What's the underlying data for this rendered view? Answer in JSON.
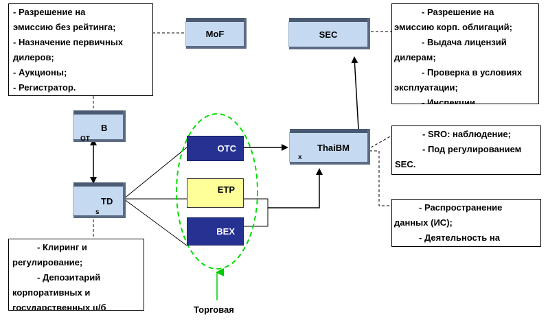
{
  "nodes": {
    "mof": "MoF",
    "sec": "SEC",
    "bot_top": "В",
    "bot_sub": "ОТ",
    "td": "TD",
    "td_sub": "s",
    "otc": "OTC",
    "etp": "ETP",
    "bex": "BEX",
    "thaibm": "ThaiBM",
    "thaibm_sub": "x"
  },
  "notes": {
    "mof": [
      "-  Разрешение на",
      "эмиссию без рейтинга;",
      "-  Назначение первичных",
      "дилеров;",
      "-  Аукционы;",
      "-  Регистратор."
    ],
    "sec": [
      "- Разрешение на",
      "эмиссию корп. облигаций;",
      "- Выдача лицензий",
      "дилерам;",
      "- Проверка в условиях",
      "эксплуатации;",
      "- Инспекции"
    ],
    "thaibm": [
      "- SRO: наблюдение;",
      "- Под регулированием",
      "SEC."
    ],
    "data": [
      "- Распространение",
      "данных (ИС);",
      "- Деятельность на"
    ],
    "td": [
      "- Клиринг и",
      "регулирование;",
      "- Депозитарий",
      "корпоративных и",
      "государственных ц/б"
    ]
  },
  "caption": "Торговая"
}
